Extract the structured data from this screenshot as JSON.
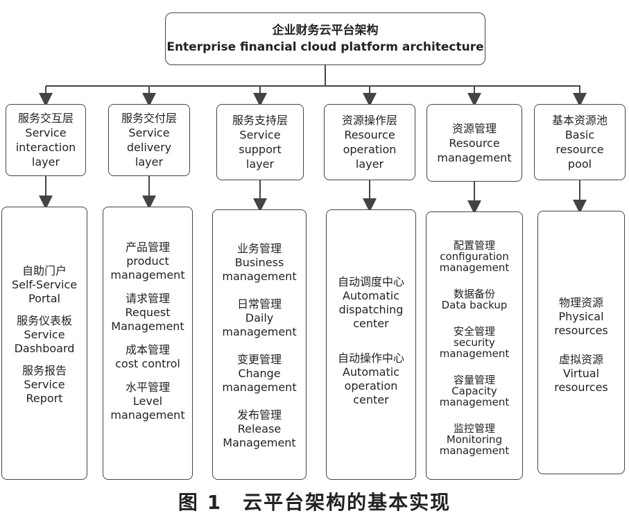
{
  "root": {
    "zh": "企业财务云平台架构",
    "en": "Enterprise financial cloud platform architecture"
  },
  "layers": [
    {
      "zh": "服务交互层",
      "en": [
        "Service",
        "interaction",
        "layer"
      ],
      "items": [
        {
          "zh": "自助门户",
          "en": [
            "Self-Service",
            "Portal"
          ]
        },
        {
          "zh": "服务仪表板",
          "en": [
            "Service",
            "Dashboard"
          ]
        },
        {
          "zh": "服务报告",
          "en": [
            "Service",
            "Report"
          ]
        }
      ]
    },
    {
      "zh": "服务交付层",
      "en": [
        "Service",
        "delivery",
        "layer"
      ],
      "items": [
        {
          "zh": "产品管理",
          "en": [
            "product",
            "management"
          ]
        },
        {
          "zh": "请求管理",
          "en": [
            "Request",
            "Management"
          ]
        },
        {
          "zh": "成本管理",
          "en": [
            "cost control"
          ]
        },
        {
          "zh": "水平管理",
          "en": [
            "Level",
            "management"
          ]
        }
      ]
    },
    {
      "zh": "服务支持层",
      "en": [
        "Service",
        "support",
        "layer"
      ],
      "items": [
        {
          "zh": "业务管理",
          "en": [
            "Business",
            "management"
          ]
        },
        {
          "zh": "日常管理",
          "en": [
            "Daily",
            "management"
          ]
        },
        {
          "zh": "变更管理",
          "en": [
            "Change",
            "management"
          ]
        },
        {
          "zh": "发布管理",
          "en": [
            "Release",
            "Management"
          ]
        }
      ]
    },
    {
      "zh": "资源操作层",
      "en": [
        "Resource",
        "operation",
        "layer"
      ],
      "items": [
        {
          "zh": "自动调度中心",
          "en": [
            "Automatic",
            "dispatching",
            "center"
          ]
        },
        {
          "zh": "自动操作中心",
          "en": [
            "Automatic",
            "operation",
            "center"
          ]
        }
      ]
    },
    {
      "zh": "资源管理",
      "en": [
        "Resource",
        "management"
      ],
      "items": [
        {
          "zh": "配置管理",
          "en": [
            "configuration",
            "management"
          ]
        },
        {
          "zh": "数据备份",
          "en": [
            "Data backup"
          ]
        },
        {
          "zh": "安全管理",
          "en": [
            "security",
            "management"
          ]
        },
        {
          "zh": "容量管理",
          "en": [
            "Capacity",
            "management"
          ]
        },
        {
          "zh": "监控管理",
          "en": [
            "Monitoring",
            "management"
          ]
        }
      ]
    },
    {
      "zh": "基本资源池",
      "en": [
        "Basic",
        "resource",
        "pool"
      ],
      "items": [
        {
          "zh": "物理资源",
          "en": [
            "Physical",
            "resources"
          ]
        },
        {
          "zh": "虚拟资源",
          "en": [
            "Virtual",
            "resources"
          ]
        }
      ]
    }
  ],
  "caption": "图 1　云平台架构的基本实现"
}
